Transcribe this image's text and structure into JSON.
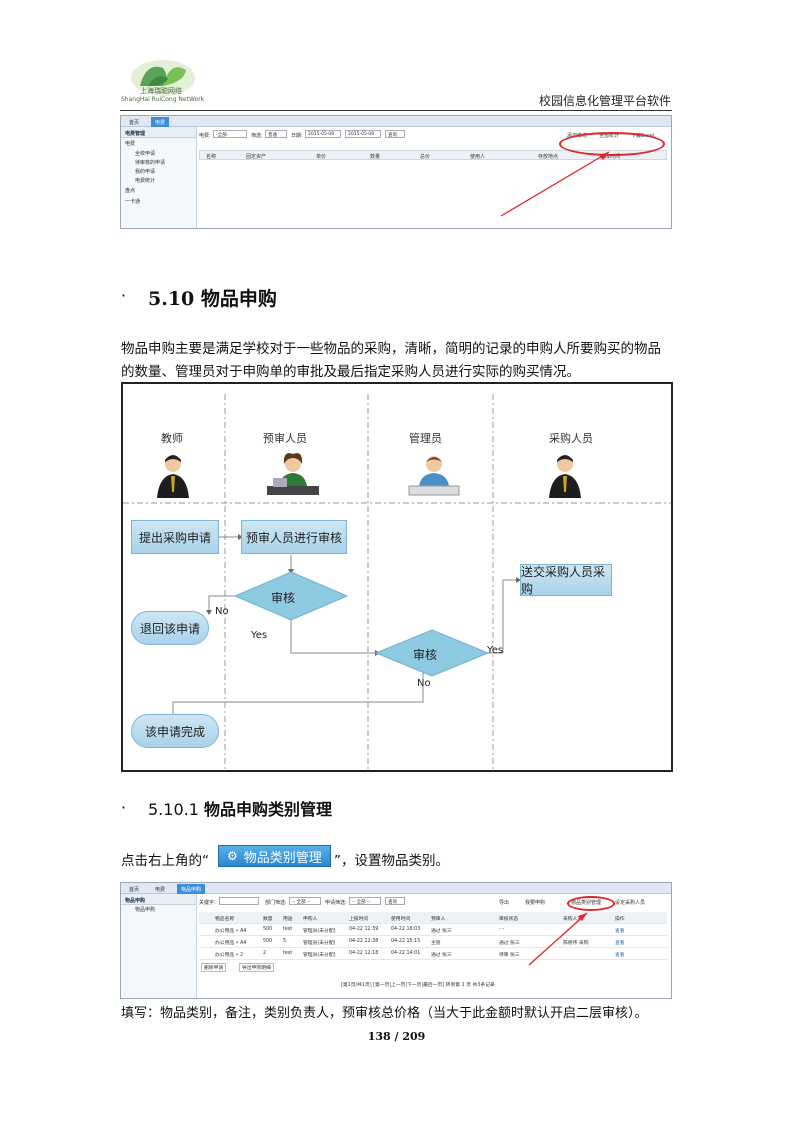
{
  "header": {
    "logo_text_cn": "上海瑞聪网络",
    "logo_text_en": "ShangHai RuiCong NetWork",
    "doc_title": "校园信息化管理平台软件"
  },
  "shot1": {
    "tabs": [
      "首页",
      "电费"
    ],
    "sidebar_title": "电费管理",
    "sidebar_items": [
      "电费",
      "全校申请",
      "待审核的申请",
      "我的申请",
      "电费统计",
      "盘点",
      "一卡通"
    ],
    "toolbar": {
      "label1": "电费:",
      "select1": "-全部-",
      "label2": "筛选:",
      "select2": "普通",
      "label3": "日期:",
      "date_from": "2015-05-08",
      "date_to": "2015-05-08",
      "search_button": "查询",
      "action1": "添加维修",
      "action2": "全部统计",
      "action3": "下载Excel"
    },
    "columns": [
      "名称",
      "固定资产",
      "单价",
      "数量",
      "总价",
      "使用人",
      "存放地点",
      "入库时间"
    ]
  },
  "section_510": {
    "bullet": "·",
    "title": "5.10 物品申购",
    "para_line1": "物品申购主要是满足学校对于一些物品的采购，清晰，简明的记录的申购人所要购买的物品",
    "para_line2": "的数量、管理员对于申购单的审批及最后指定采购人员进行实际的购买情况。"
  },
  "flow": {
    "lanes": [
      "教师",
      "预审人员",
      "管理员",
      "采购人员"
    ],
    "boxes": {
      "submit": "提出采购申请",
      "pre_review": "预审人员进行审核",
      "review1": "审核",
      "review2": "审核",
      "reject": "退回该申请",
      "send": "送交采购人员采购",
      "done": "该申请完成"
    },
    "labels": {
      "no1": "No",
      "yes1": "Yes",
      "yes2": "Yes",
      "no2": "No"
    }
  },
  "section_5101": {
    "bullet": "·",
    "number": "5.10.1",
    "title": "物品申购类别管理",
    "click_prefix": "点击右上角的“",
    "button_label": "物品类别管理",
    "click_suffix": "”，设置物品类别。"
  },
  "shot2": {
    "tabs": [
      "首页",
      "电费",
      "物品申购"
    ],
    "sidebar_title": "物品申购",
    "sidebar_items": [
      "物品申购"
    ],
    "toolbar": {
      "keyword_label": "关键字:",
      "dept_label": "部门筛选:",
      "dept_select": "-- 全部 --",
      "state_label": "申请筛选:",
      "state_select": "-- 全部 --",
      "search_button": "查询",
      "export": "导出",
      "new_apply": "我要申购",
      "category_manage": "物品类别管理",
      "buyer_setting": "设定采购人员"
    },
    "columns": [
      "物品名称",
      "数量",
      "用途",
      "申购人",
      "上报时间",
      "使用时间",
      "预审人",
      "审核状态",
      "采购人员",
      "操作"
    ],
    "rows": [
      [
        "办公用品 • A4",
        "500",
        "test",
        "管理员(未分配)",
        "04-22 12:39",
        "04-22 16:03",
        "通过 张三",
        "- -",
        "",
        "查看"
      ],
      [
        "办公用品 • A4",
        "500",
        "5",
        "管理员(未分配)",
        "04-22 12:38",
        "04-22 15:15",
        "主管",
        "通过 张三",
        "陈德伟 采购",
        "查看"
      ],
      [
        "办公用品 • 2",
        "2",
        "test",
        "管理员(未分配)",
        "04-22 12:18",
        "04-22 14:01",
        "通过 张三",
        "待审 张三",
        "",
        "查看"
      ]
    ],
    "footer_buttons": [
      "删除申请",
      "导出申购明细"
    ],
    "pager": "[第1页/共1页] [第一页|上一页|下一页|最后一页] 转到第 1 页 共3条记录"
  },
  "footer_para": "填写：物品类别，备注，类别负责人，预审核总价格（当大于此金额时默认开启二层审核）。",
  "page_number": "138 / 209",
  "colors": {
    "accent_red": "#e0262b",
    "accent_blue": "#3a8fd6",
    "flow_fill": "#a8d2ea"
  }
}
